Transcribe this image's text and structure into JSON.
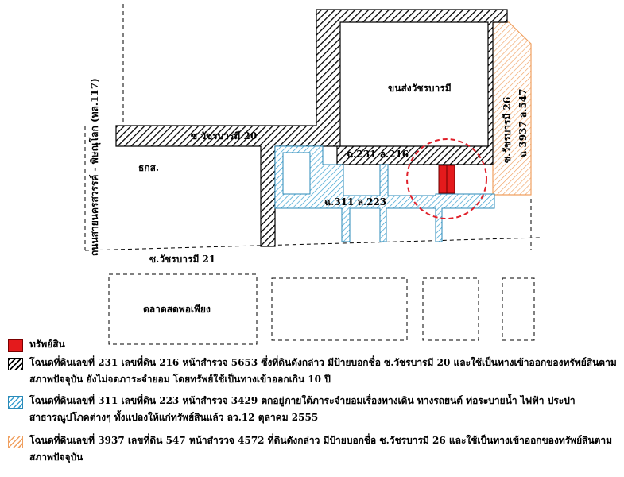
{
  "labels": {
    "bus_station": "ขนส่งวัชรบารมี",
    "soi20": "ซ.วัชรบารมี 20",
    "deed231": "ฉ.231 ล.216",
    "deed311": "ฉ.311 ล.223",
    "baac": "ธกส.",
    "soi21": "ซ.วัชรบารมี 21",
    "market": "ตลาดสดพอเพียง",
    "road117": "ถนนสายนครสวรรค์ - พิษณุโลก (ทล.117)",
    "soi26": "ซ.วัชรบารมี 26",
    "deed3937": "ฉ.3937 ล.547"
  },
  "legend": {
    "property": "ทรัพย์สิน",
    "deed231": "โฉนดที่ดินเลขที่ 231 เลขที่ดิน 216 หน้าสำรวจ 5653 ซึ่งที่ดินดังกล่าว มีป้ายบอกชื่อ ซ.วัชรบารมี 20 และใช้เป็นทางเข้าออกของทรัพย์สินตามสภาพปัจจุบัน ยังไม่จดภาระจำยอม โดยทรัพย์ใช้เป็นทางเข้าออกเกิน 10 ปี",
    "deed311": "โฉนดที่ดินเลขที่ 311 เลขที่ดิน 223 หน้าสำรวจ 3429 ตกอยู่ภายใต้ภาระจำยอมเรื่องทางเดิน ทางรถยนต์ ท่อระบายน้ำ ไฟฟ้า ประปา สาธารณูปโภคต่างๆ ทั้งแปลงให้แก่ทรัพย์สินแล้ว ลว.12 ตุลาคม 2555",
    "deed3937": "โฉนดที่ดินเลขที่ 3937 เลขที่ดิน 547 หน้าสำรวจ 4572 ที่ดินดังกล่าว มีป้ายบอกชื่อ ซ.วัชรบารมี 26 และใช้เป็นทางเข้าออกของทรัพย์สินตามสภาพปัจจุบัน"
  },
  "colors": {
    "property": "#e41a1c",
    "easement_blue": "#3aa0d0",
    "access_orange": "#f0a060",
    "circle": "#e0202a"
  }
}
